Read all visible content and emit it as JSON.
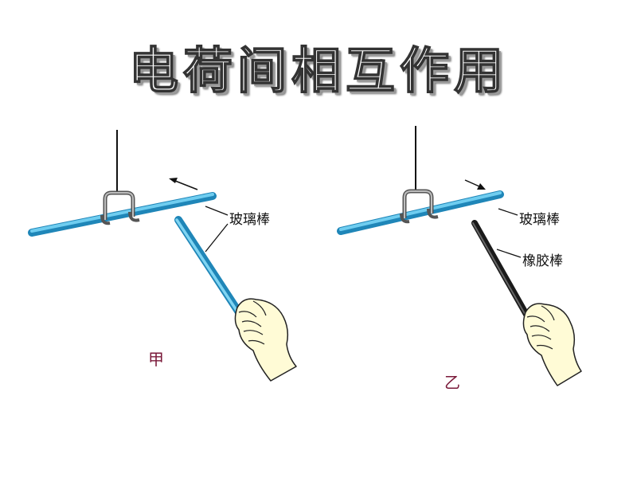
{
  "title": "电荷间相互作用",
  "left_panel": {
    "tag": "甲",
    "rod_label": "玻璃棒"
  },
  "right_panel": {
    "tag": "乙",
    "rod_label_1": "玻璃棒",
    "rod_label_2": "橡胶棒"
  },
  "colors": {
    "glass_rod": "#39b3e6",
    "rubber_rod": "#222222",
    "panel_label": "#7a1a3a",
    "hand_fill": "#fffbd6"
  }
}
